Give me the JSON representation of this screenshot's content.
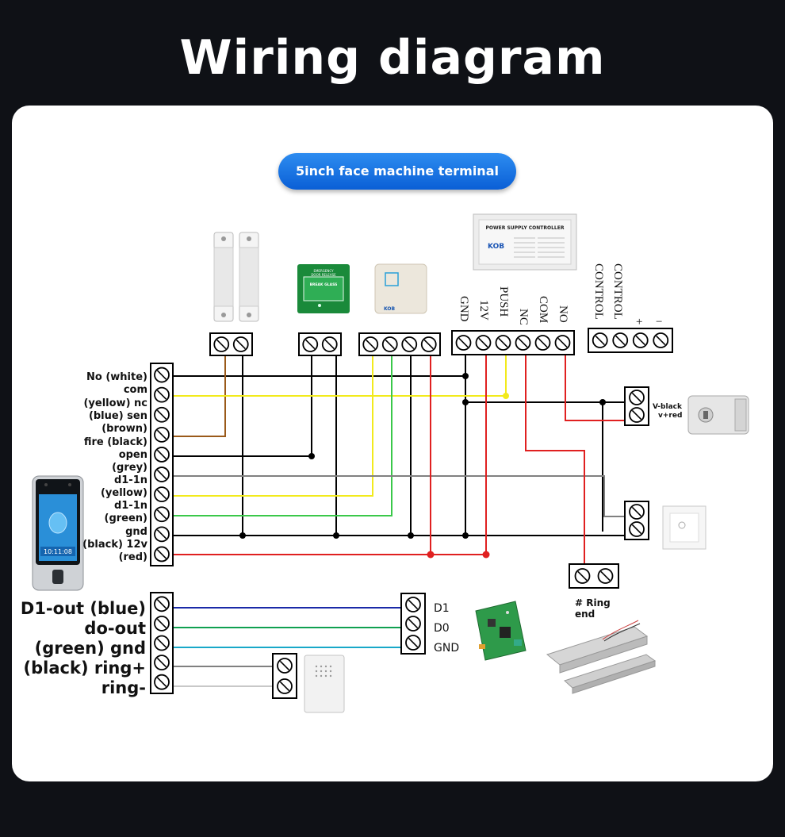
{
  "title": "Wiring diagram",
  "subtitle": "5inch face machine terminal",
  "colors": {
    "background": "#0f1116",
    "panel": "#ffffff",
    "pill": "#1976e8",
    "wire_black": "#000000",
    "wire_yellow": "#f2ea1c",
    "wire_green": "#3ac84a",
    "wire_red": "#e02020",
    "wire_brown": "#9a5a1a",
    "wire_grey": "#808080",
    "wire_blue": "#1a2aa8",
    "wire_teal": "#18a8c8"
  },
  "main_terminal_labels": [
    "No (white)",
    "com",
    "(yellow) nc",
    "(blue) sen",
    "(brown)",
    "fire (black)",
    "open",
    "(grey)",
    "d1-1n",
    "(yellow)",
    "d1-1n",
    "(green)",
    "gnd",
    "(black) 12v",
    "(red)"
  ],
  "lower_terminal_labels": [
    "D1-out (blue)",
    "do-out",
    "(green) gnd",
    "(black) ring+",
    "ring-"
  ],
  "power_supply": {
    "terminal_labels": [
      "GND",
      "12V",
      "PUSH",
      "NC",
      "COM",
      "NO",
      "CONTROL",
      "CONTROL",
      "+",
      "−"
    ],
    "panel_title": "POWER SUPPLY CONTROLLER",
    "brand": "KOB"
  },
  "lock_labels": [
    "V-black",
    "v+red"
  ],
  "ring_labels": [
    "# Ring",
    "end"
  ],
  "controller_labels": [
    "D1",
    "D0",
    "GND"
  ],
  "fire_button_text": [
    "EMERGENCY",
    "DOOR RELEASE",
    "BREAK GLASS"
  ],
  "reader_brand": "KOB",
  "device_time": "10:11:08",
  "icons": [
    "door-sensor-icon",
    "emergency-button-icon",
    "card-reader-icon",
    "power-supply-icon",
    "electric-lock-icon",
    "exit-button-icon",
    "magnetic-lock-icon",
    "access-board-icon",
    "doorbell-icon",
    "face-terminal-icon",
    "screw-terminal-icon"
  ]
}
